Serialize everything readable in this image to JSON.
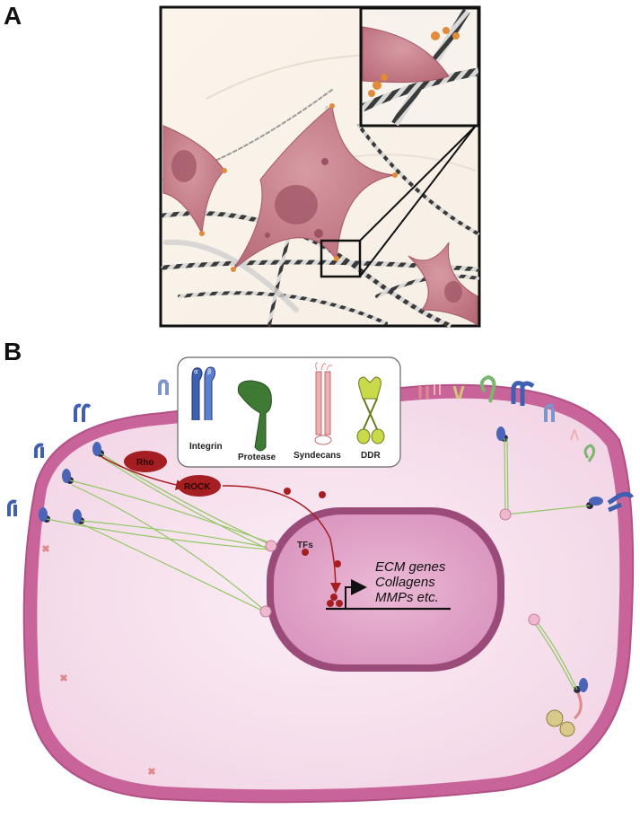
{
  "panels": {
    "a_label": "A",
    "b_label": "B"
  },
  "legend": {
    "items": [
      {
        "label": "Integrin"
      },
      {
        "label": "Protease"
      },
      {
        "label": "Syndecans"
      },
      {
        "label": "DDR"
      }
    ]
  },
  "signaling": {
    "rho": "Rho",
    "rock": "ROCK",
    "tfs": "TFs"
  },
  "genes": {
    "line1": "ECM genes",
    "line2": "Collagens",
    "line3": "MMPs etc."
  },
  "colors": {
    "integrin": "#3f5fb0",
    "protease": "#3e7a33",
    "syndecan": "#e0898a",
    "ddr": "#b8c94a",
    "cell_membrane": "#c8649a",
    "cytoplasm": "#f7e3ef",
    "nucleus": "#e2a6c8",
    "signal_red": "#a51e22"
  }
}
